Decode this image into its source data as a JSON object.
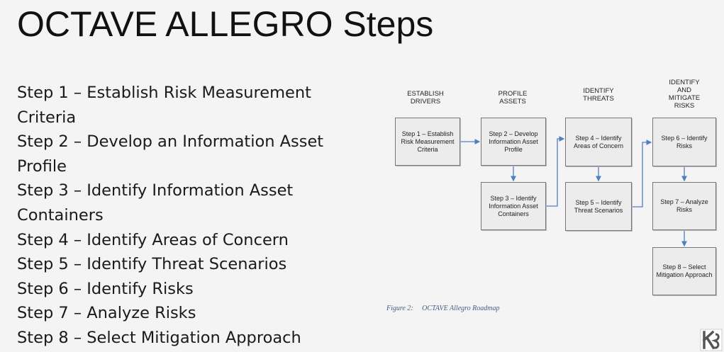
{
  "slide": {
    "title": "OCTAVE ALLEGRO Steps",
    "steps": [
      "Step 1 – Establish Risk Measurement Criteria",
      "Step 2 – Develop an Information Asset Profile",
      "Step 3 – Identify Information Asset Containers",
      "Step 4 – Identify Areas of Concern",
      "Step 5 – Identify Threat Scenarios",
      "Step 6 – Identify Risks",
      "Step 7 – Analyze Risks",
      "Step 8 – Select Mitigation Approach"
    ]
  },
  "diagram": {
    "phases": [
      "ESTABLISH\nDRIVERS",
      "PROFILE\nASSETS",
      "IDENTIFY\nTHREATS",
      "IDENTIFY\nAND\nMITIGATE\nRISKS"
    ],
    "boxes": [
      "Step 1 – Establish Risk Measurement Criteria",
      "Step 2 – Develop Information Asset Profile",
      "Step 3 – Identify Information Asset Containers",
      "Step 4 – Identify Areas of Concern",
      "Step 5 – Identify Threat Scenarios",
      "Step 6 – Identify Risks",
      "Step 7 – Analyze Risks",
      "Step 8 – Select Mitigation Approach"
    ],
    "caption": "Figure 2:     OCTAVE Allegro Roadmap",
    "arrow_color": "#4f7fc0"
  },
  "logo": {
    "icon": "university-logo-icon"
  }
}
